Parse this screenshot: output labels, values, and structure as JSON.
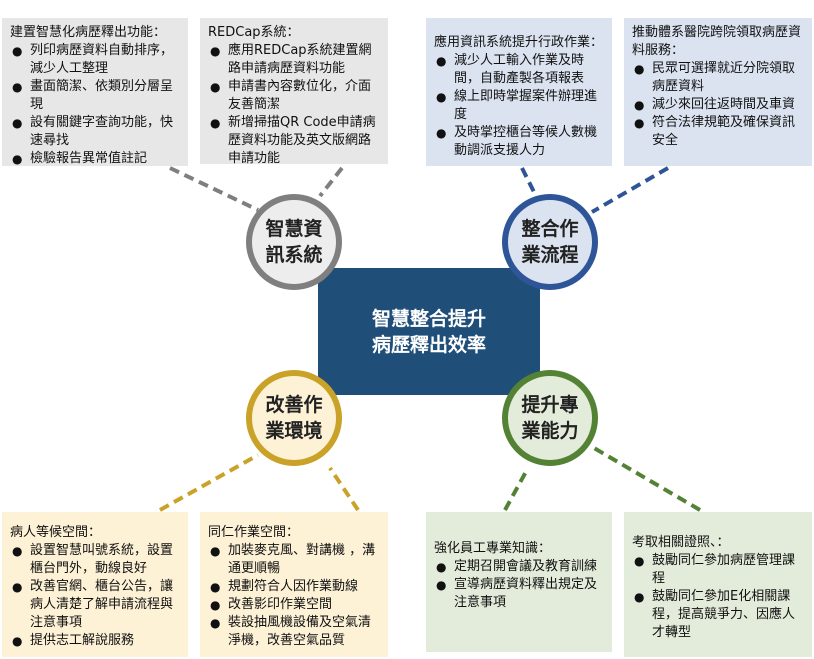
{
  "center": {
    "label": "智慧整合提升病歷釋出效率"
  },
  "circles": [
    {
      "label": "智慧資訊系統",
      "color": "#7f7f7f"
    },
    {
      "label": "整合作業流程",
      "color": "#2e5597"
    },
    {
      "label": "改善作業環境",
      "color": "#c9a227"
    },
    {
      "label": "提升專業能力",
      "color": "#548235"
    }
  ],
  "boxes": [
    {
      "title": "建置智慧化病歷釋出功能：",
      "items": [
        "列印病歷資料自動排序，減少人工整理",
        "畫面簡潔、依類別分層呈現",
        "設有關鍵字查詢功能，快速尋找",
        "檢驗報告異常值註記"
      ]
    },
    {
      "title": "REDCap系統：",
      "items": [
        "應用REDCap系統建置網路申請病歷資料功能",
        "申請書內容數位化，介面友善簡潔",
        "新增掃描QR Code申請病歷資料功能及英文版網路申請功能"
      ]
    },
    {
      "title": "應用資訊系統提升行政作業：",
      "items": [
        "減少人工輸入作業及時間，自動產製各項報表",
        "線上即時掌握案件辦理進度",
        "及時掌控櫃台等候人數機動調派支援人力"
      ]
    },
    {
      "title": "推動體系醫院跨院領取病歷資料服務：",
      "items": [
        "民眾可選擇就近分院領取病歷資料",
        "減少來回往返時間及車資",
        "符合法律規範及確保資訊安全"
      ]
    },
    {
      "title": "病人等候空間：",
      "items": [
        "設置智慧叫號系統，設置櫃台門外，動線良好",
        "改善官網、櫃台公告，讓病人清楚了解申請流程與注意事項",
        "提供志工解說服務"
      ]
    },
    {
      "title": "同仁作業空間：",
      "items": [
        "加裝麥克風、對講機 ，溝通更順暢",
        "規劃符合人因作業動線",
        "改善影印作業空間",
        "裝設抽風機設備及空氣清淨機，改善空氣品質"
      ]
    },
    {
      "title": "強化員工專業知識：",
      "items": [
        "定期召開會議及教育訓練",
        "宣導病歷資料釋出規定及注意事項"
      ]
    },
    {
      "title": "考取相關證照、：",
      "items": [
        "鼓勵同仁參加病歷管理課程",
        "鼓勵同仁參加E化相關課程，提高競爭力、因應人才轉型"
      ]
    }
  ]
}
